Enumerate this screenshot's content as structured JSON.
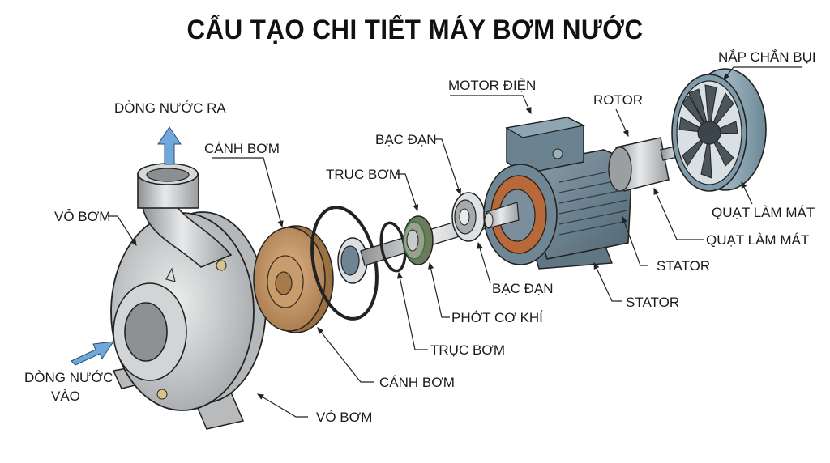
{
  "title": "CẤU TẠO CHI TIẾT MÁY BƠM NƯỚC",
  "flow": {
    "outlet_label": "DÒNG NƯỚC RA",
    "inlet_label_line1": "DÒNG NƯỚC",
    "inlet_label_line2": "VÀO",
    "arrow_color": "#6fa8dc"
  },
  "labels_top": {
    "canh_bom": "CÁNH BƠM",
    "vo_bom": "VỎ BƠM",
    "truc_bom": "TRỤC BƠM",
    "bac_dan": "BẠC ĐẠN",
    "motor_dien": "MOTOR ĐIỆN",
    "rotor": "ROTOR",
    "nap_chan_bui": "NẮP CHẮN BỤI",
    "quat_lam_mat_1": "QUẠT LÀM MÁT",
    "quat_lam_mat_2": "QUẠT LÀM MÁT",
    "stator_1": "STATOR"
  },
  "labels_bottom": {
    "bac_dan": "BẠC ĐẠN",
    "stator": "STATOR",
    "phot_co_khi": "PHỚT CƠ KHÍ",
    "truc_bom": "TRỤC BƠM",
    "canh_bom": "CÁNH BƠM",
    "vo_bom": "VỎ BƠM"
  },
  "colors": {
    "housing": "#c9cbcd",
    "impeller": "#c79a68",
    "motor": "#6d8593",
    "fan_cover": "#7c98a6",
    "copper": "#b8693a"
  }
}
